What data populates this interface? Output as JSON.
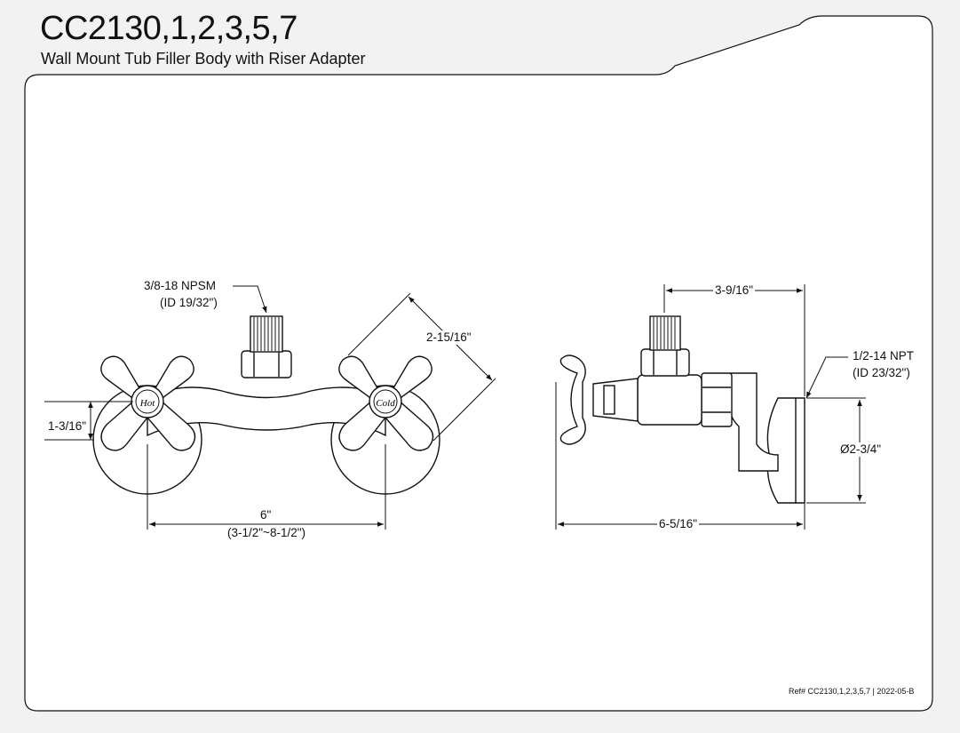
{
  "header": {
    "title": "CC2130,1,2,3,5,7",
    "subtitle": "Wall Mount Tub Filler Body with Riser Adapter"
  },
  "front_view": {
    "inlet_spec": "3/8-18 NPSM",
    "inlet_id": "(ID 19/32\")",
    "handle_span": "2-15/16\"",
    "flange_height": "1-3/16\"",
    "center_spacing": "6\"",
    "center_range": "(3-1/2\"~8-1/2\")",
    "hot_label": "Hot",
    "cold_label": "Cold"
  },
  "side_view": {
    "riser_offset": "3-9/16\"",
    "wall_thread": "1/2-14 NPT",
    "wall_id": "(ID 23/32\")",
    "flange_diameter": "Ø2-3/4\"",
    "overall_depth": "6-5/16\""
  },
  "footer": {
    "ref": "Ref# CC2130,1,2,3,5,7 | 2022-05-B"
  },
  "colors": {
    "line": "#111111",
    "sheet": "#ffffff",
    "background": "#f2f2f2"
  }
}
